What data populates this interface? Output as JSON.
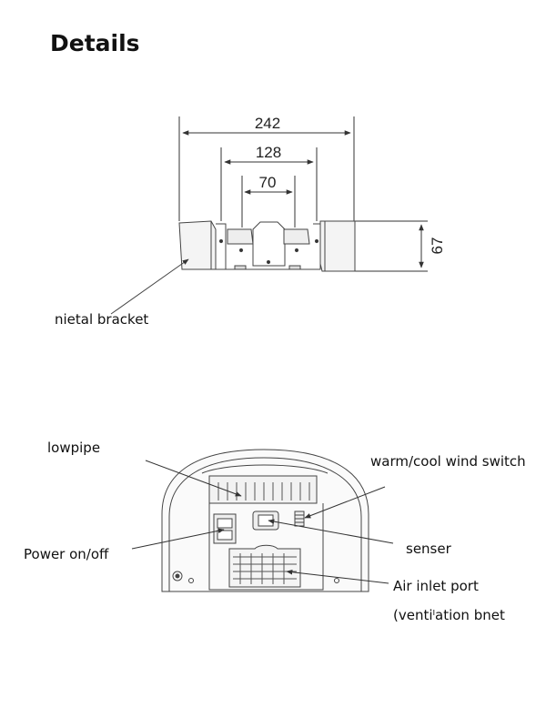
{
  "title": "Details",
  "dimensions": {
    "width_overall": "242",
    "width_mid": "128",
    "width_inner": "70",
    "height": "67"
  },
  "labels": {
    "metal_bracket": "nietal bracket",
    "blowpipe": "lowpipe",
    "wind_switch": "warm/cool wind switch",
    "power": "Power on/off",
    "sensor": "senser",
    "air_inlet": "Air inlet port",
    "ventilation": "(ventiˡation bnet"
  },
  "colors": {
    "line": "#333333",
    "text": "#111111"
  }
}
